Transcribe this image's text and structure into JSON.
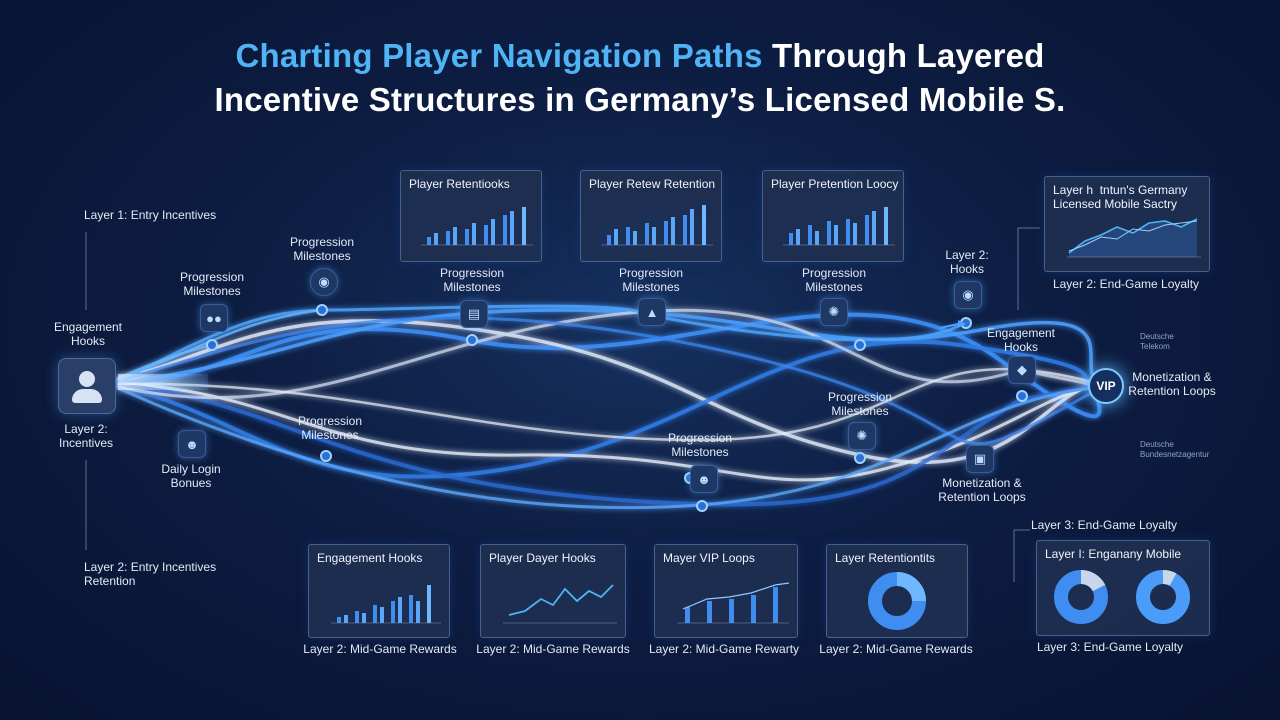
{
  "title": {
    "part1": "Charting Player Navigation Paths",
    "part2": " Through Layered",
    "line2": "Incentive Structures in Germany’s Licensed Mobile S."
  },
  "labels": {
    "layer1_entry": "Layer 1: Entry Incentives",
    "engagement_hooks_left": "Engagement\nHooks",
    "layer2_incentives": "Layer 2:\nIncentives",
    "daily_login": "Daily Login\nBonues",
    "layer2_entry_retention": "Layer 2: Entry Incentives\nRetention",
    "progression_1": "Progression\nMilestones",
    "progression_2": "Progression\nMilestones",
    "progression_3": "Progression\nMilestones",
    "progression_4": "Progression\nMilestones",
    "progression_5": "Progression\nMilestones",
    "progression_6": "Progression\nMilestones",
    "progression_7": "Progression\nMilestones",
    "progression_8": "Progression\nMilestones",
    "layer2_hooks": "Layer 2:\nHooks",
    "engagement_hooks_right": "Engagement\nHooks",
    "monetization_right": "Monetization &\nRetention Loops",
    "monetization_lower": "Monetization &\nRetention Loops",
    "layer2_endgame": "Layer 2: End-Game Loyalty",
    "layer3_endgame_top": "Layer 3: End-Game Loyalty",
    "layer3_endgame_bottom": "Layer 3: End-Game Loyalty",
    "midgame_1": "Layer 2: Mid-Game Rewards",
    "midgame_2": "Layer 2: Mid-Game Rewards",
    "midgame_3": "Layer 2: Mid-Game Rewarty",
    "midgame_4": "Layer 2: Mid-Game Rewards",
    "vip": "VIP",
    "brand1": "Deutsche\nTelekom",
    "brand2": "Deutsche\nBundesnetzagentur"
  },
  "panels": {
    "top1": "Player Retentiooks",
    "top2": "Player Retew Retention",
    "top3": "Player Pretention Loocy",
    "topright": "Layer h  tntun's Germany\nLicensed Mobile Sactry",
    "bottom1": "Engagement Hooks",
    "bottom2": "Player Dayer Hooks",
    "bottom3": "Mayer VIP Loops",
    "bottom4": "Layer Retentiontits",
    "bottom5": "Layer I: Enganany Mobile"
  },
  "colors": {
    "accent": "#4fb3f5",
    "flow_blue": "#3d8ef5",
    "flow_white": "#dfe8f5",
    "bar": "#3f8df0"
  },
  "icons": [
    "user-icon",
    "people-icon",
    "person-icon",
    "target-icon",
    "card-icon",
    "folder-icon",
    "star-icon",
    "lock-icon",
    "person-icon",
    "star-icon",
    "drop-icon",
    "basket-icon",
    "vip-icon"
  ]
}
